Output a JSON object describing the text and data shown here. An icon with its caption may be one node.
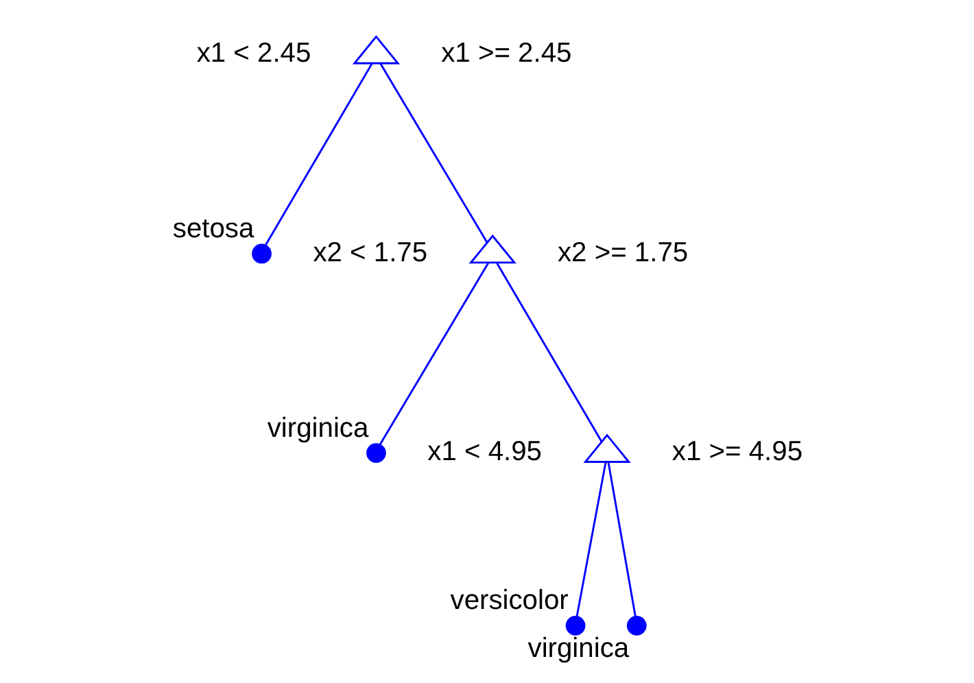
{
  "diagram": {
    "nodes": [
      {
        "text": [],
        "shape": "triangle",
        "beside": [
          "x1 < 2.45",
          "x1 >= 2.45"
        ]
      },
      {
        "text": [],
        "shape": "circle",
        "beside": [
          "setosa"
        ]
      },
      {
        "text": [],
        "shape": "triangle",
        "beside": [
          "x2 < 1.75",
          "x2 >= 1.75"
        ]
      },
      {
        "text": [],
        "shape": "triangle",
        "beside": [
          "x1 < 4.95",
          "x1 >= 4.95"
        ]
      },
      {
        "text": [],
        "shape": "circle",
        "beside": [
          "virginica"
        ]
      },
      {
        "text": [],
        "shape": "circle",
        "beside": [
          "versicolor"
        ]
      },
      {
        "text": [],
        "shape": "circle",
        "beside": [
          "virginica"
        ]
      }
    ],
    "edges": [
      {
        "from": 0,
        "to": 1,
        "arrow": "none"
      },
      {
        "from": 0,
        "to": 2,
        "arrow": "none"
      },
      {
        "from": 2,
        "to": 3,
        "arrow": "none"
      },
      {
        "from": 2,
        "to": 4,
        "arrow": "none"
      },
      {
        "from": 3,
        "to": 5,
        "arrow": "none"
      },
      {
        "from": 3,
        "to": 6,
        "arrow": "none"
      }
    ]
  }
}
